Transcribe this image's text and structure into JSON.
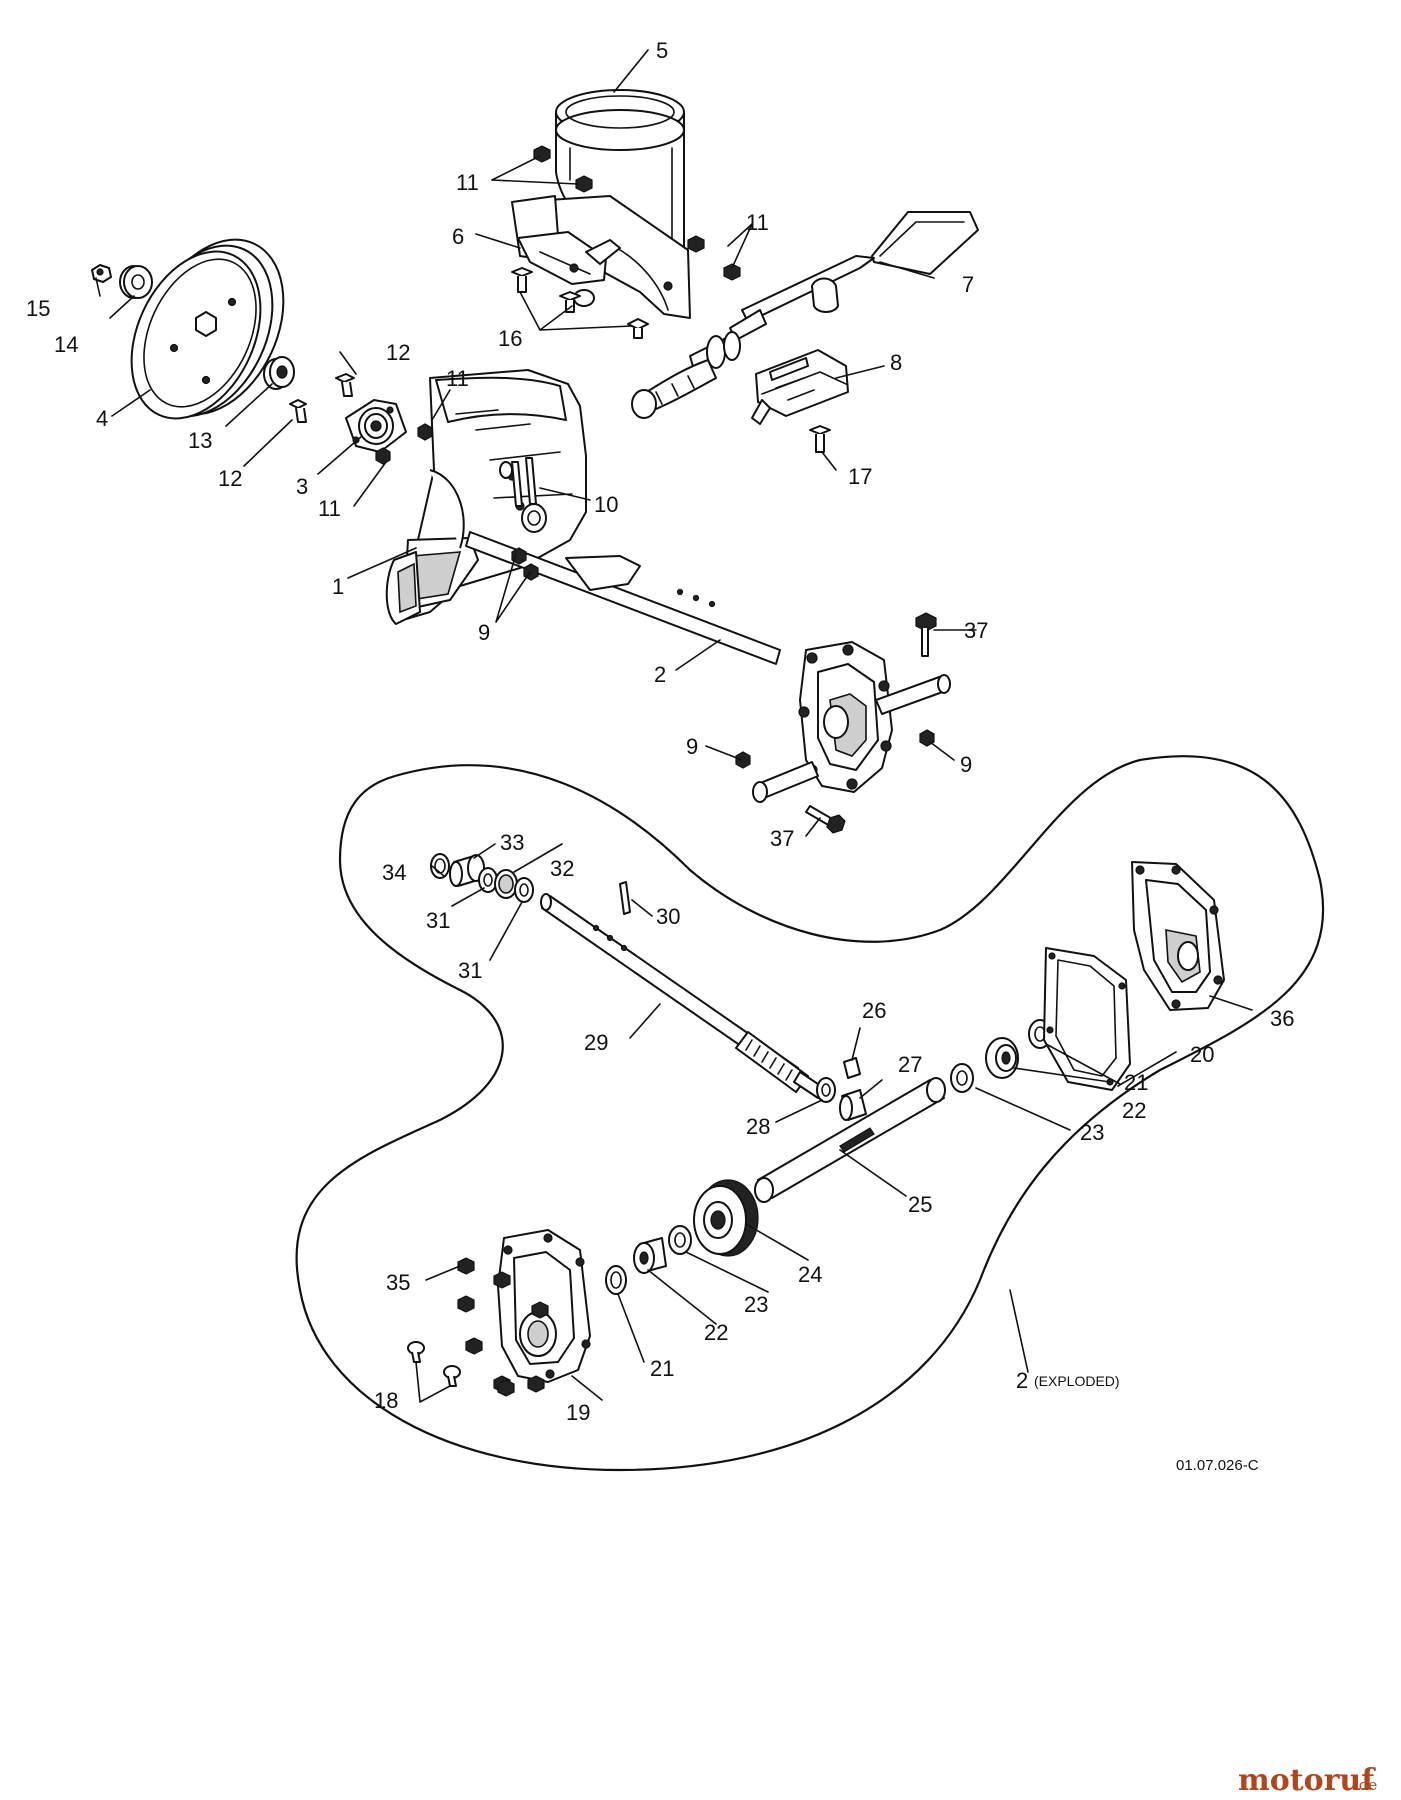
{
  "callouts": {
    "c1": "1",
    "c2": "2",
    "c3": "3",
    "c4": "4",
    "c5": "5",
    "c6": "6",
    "c7": "7",
    "c8": "8",
    "c9a": "9",
    "c9b": "9",
    "c9c": "9",
    "c10": "10",
    "c11a": "11",
    "c11b": "11",
    "c11c": "11",
    "c11d": "11",
    "c12a": "12",
    "c12b": "12",
    "c13": "13",
    "c14": "14",
    "c15": "15",
    "c16": "16",
    "c17": "17",
    "c18": "18",
    "c19": "19",
    "c20": "20",
    "c21a": "21",
    "c21b": "21",
    "c22a": "22",
    "c22b": "22",
    "c23a": "23",
    "c23b": "23",
    "c24": "24",
    "c25": "25",
    "c26": "26",
    "c27": "27",
    "c28": "28",
    "c29": "29",
    "c30": "30",
    "c31a": "31",
    "c31b": "31",
    "c32": "32",
    "c33": "33",
    "c34": "34",
    "c35": "35",
    "c36": "36",
    "c37a": "37",
    "c37b": "37",
    "exploded_num": "2",
    "exploded_tag": "(EXPLODED)"
  },
  "drawing_ref": "01.07.026-C",
  "watermark": {
    "brand": "motoruf",
    "tld": ".de",
    "brand_color": "#b0471c"
  }
}
